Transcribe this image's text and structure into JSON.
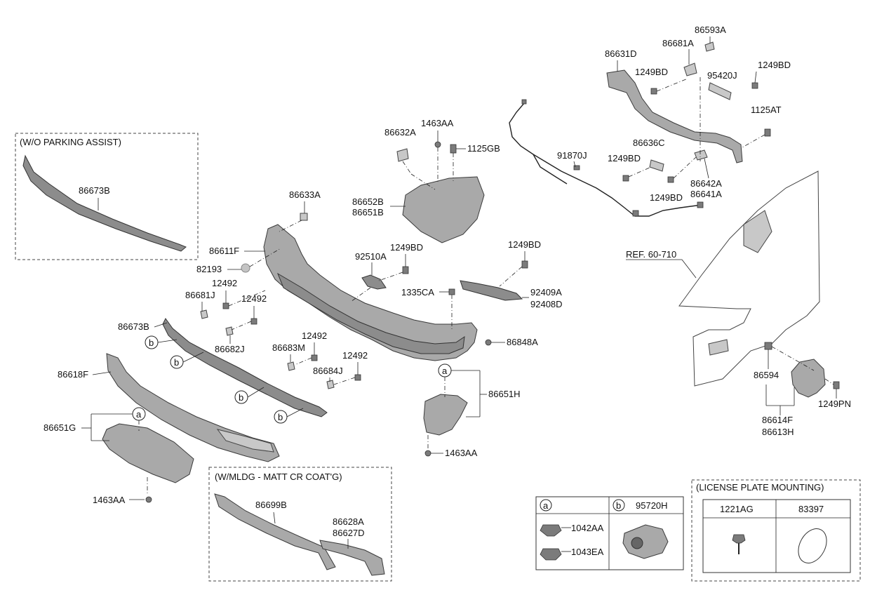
{
  "boxes": {
    "wo_parking_assist": "(W/O PARKING ASSIST)",
    "w_mldg": "(W/MLDG - MATT CR COAT'G)",
    "license_plate": "(LICENSE PLATE MOUNTING)"
  },
  "reference": "REF. 60-710",
  "callouts": {
    "a": "a",
    "b": "b"
  },
  "legend": {
    "a_items": [
      "1042AA",
      "1043EA"
    ],
    "b_part": "95720H",
    "license_cols": [
      "1221AG",
      "83397"
    ]
  },
  "parts": {
    "p86593A": "86593A",
    "p86681A": "86681A",
    "p86631D": "86631D",
    "p1249BD_1": "1249BD",
    "p95420J": "95420J",
    "p1249BD_2": "1249BD",
    "p1125AT": "1125AT",
    "p86636C": "86636C",
    "p1249BD_3": "1249BD",
    "p86642A": "86642A",
    "p86641A": "86641A",
    "p1249BD_4": "1249BD",
    "p91870J": "91870J",
    "p1463AA_top": "1463AA",
    "p86632A": "86632A",
    "p1125GB": "1125GB",
    "p86652B": "86652B",
    "p86651B": "86651B",
    "p86633A": "86633A",
    "p86673B_box": "86673B",
    "p86611F": "86611F",
    "p82193": "82193",
    "p92510A": "92510A",
    "p1249BD_5": "1249BD",
    "p1249BD_6": "1249BD",
    "p1335CA": "1335CA",
    "p92409A": "92409A",
    "p92408D": "92408D",
    "p86681J": "86681J",
    "p12492_1": "12492",
    "p12492_2": "12492",
    "p86673B": "86673B",
    "p86682J": "86682J",
    "p86683M": "86683M",
    "p12492_3": "12492",
    "p12492_4": "12492",
    "p86684J": "86684J",
    "p86848A": "86848A",
    "p86651H": "86651H",
    "p1463AA_mid": "1463AA",
    "p86618F": "86618F",
    "p86651G": "86651G",
    "p1463AA_low": "1463AA",
    "p86699B": "86699B",
    "p86628A": "86628A",
    "p86627D": "86627D",
    "p86594": "86594",
    "p1249PN": "1249PN",
    "p86614F": "86614F",
    "p86613H": "86613H"
  }
}
